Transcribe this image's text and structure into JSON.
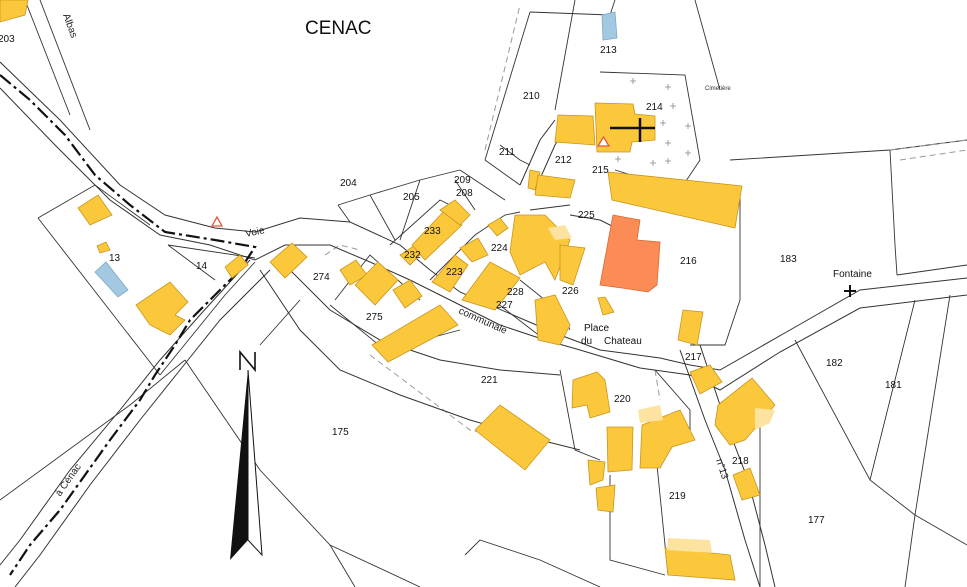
{
  "map": {
    "title": "CENAC",
    "parcels": [
      "203",
      "210",
      "211",
      "212",
      "213",
      "214",
      "215",
      "216",
      "183",
      "204",
      "205",
      "209",
      "208",
      "225",
      "233",
      "232",
      "224",
      "223",
      "228",
      "227",
      "226",
      "13",
      "14",
      "274",
      "275",
      "221",
      "220",
      "217",
      "182",
      "181",
      "175",
      "218",
      "219",
      "177"
    ],
    "places": {
      "cemetery": "Cimetière",
      "fountain": "Fontaine",
      "square_line1": "Place",
      "square_line2": "du",
      "square_line3": "Chateau"
    },
    "roads": {
      "voie": "Voie",
      "communale": "communale",
      "albas": "Albas",
      "cenac": "à Cénac",
      "rd13": "n°13"
    },
    "icons": [
      "north-arrow-icon",
      "triangle-marker-icon",
      "cross-icon"
    ],
    "colors": {
      "building": "#fcc83b",
      "building_light": "#fde3a0",
      "church": "#fb8c55",
      "water": "#a2c8e2"
    }
  }
}
